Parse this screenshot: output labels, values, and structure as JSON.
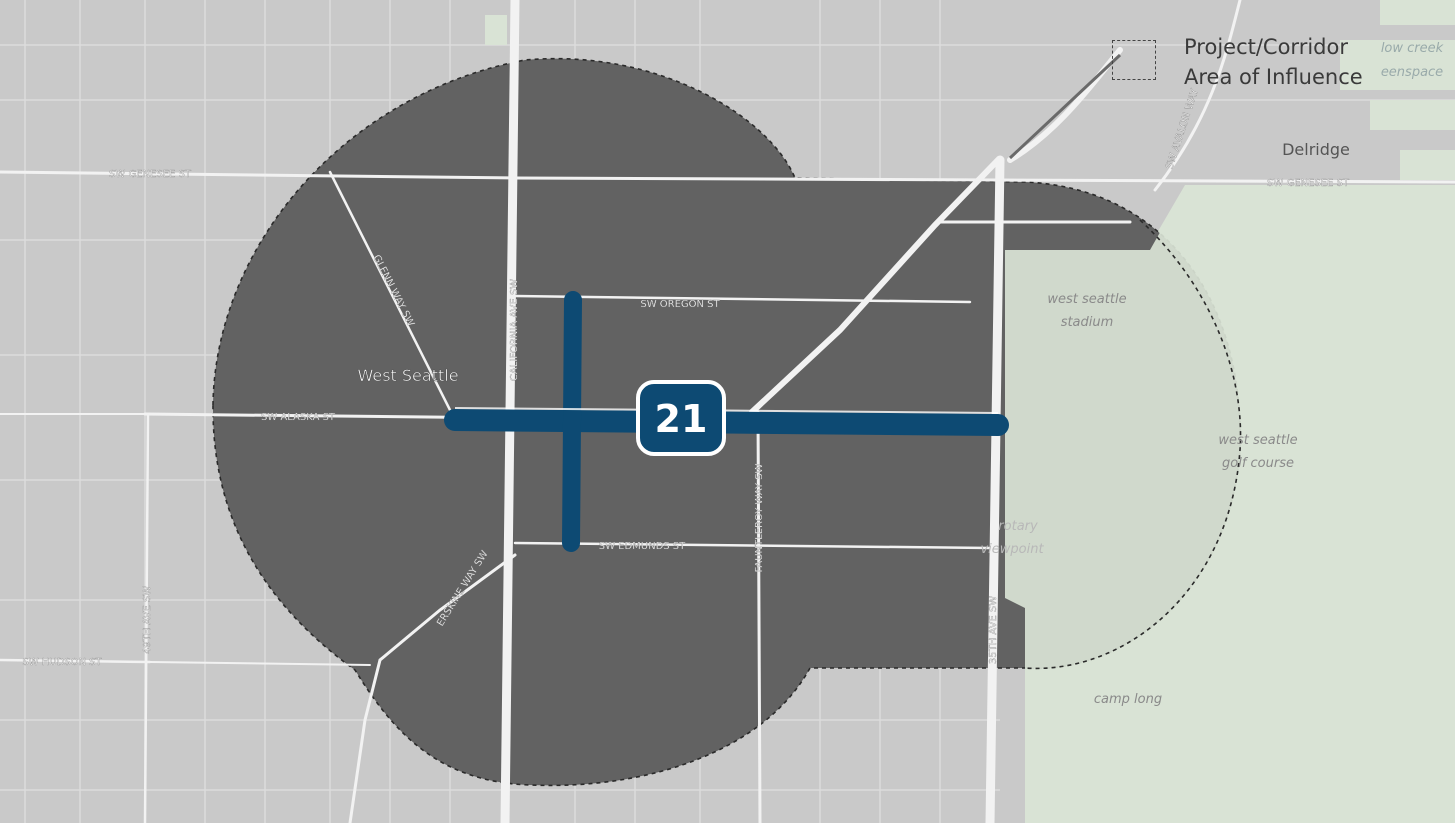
{
  "colors": {
    "land": "#c9c9c9",
    "park": "#d9e3d5",
    "influence_area": "#626262",
    "streets": "#f2f2f2",
    "corridor": "#0d4a73",
    "badge_fill": "#0d4a73",
    "badge_text": "#ffffff"
  },
  "corridor_badge": {
    "number": "21"
  },
  "legend": {
    "line1": "Project/Corridor",
    "line2": "Area of Influence",
    "swatch_icon": "dashed-box-icon"
  },
  "places": {
    "west_seattle": "West Seattle",
    "delridge": "Delridge"
  },
  "parks": {
    "stadium_1": "west seattle",
    "stadium_2": "stadium",
    "golf_1": "west seattle",
    "golf_2": "golf course",
    "rotary_1": "rotary",
    "rotary_2": "viewpoint",
    "camp_long": "camp long",
    "creek_1": "low creek",
    "creek_2": "eenspace"
  },
  "streets": {
    "genesee_w": "SW GENESEE ST",
    "genesee_e": "SW GENESEE ST",
    "oregon": "SW OREGON ST",
    "alaska": "SW ALASKA ST",
    "edmunds": "SW EDMUNDS ST",
    "hudson": "SW HUDSON ST",
    "glenn": "GLENN WAY SW",
    "california": "CALIFORNIA AVE SW",
    "fauntleroy": "FAUNTLEROY WAY SW",
    "erskine": "ERSKINE WAY SW",
    "ave49": "49TH AVE SW",
    "ave35": "35TH AVE SW",
    "avalon": "SW AVALON WAY"
  }
}
